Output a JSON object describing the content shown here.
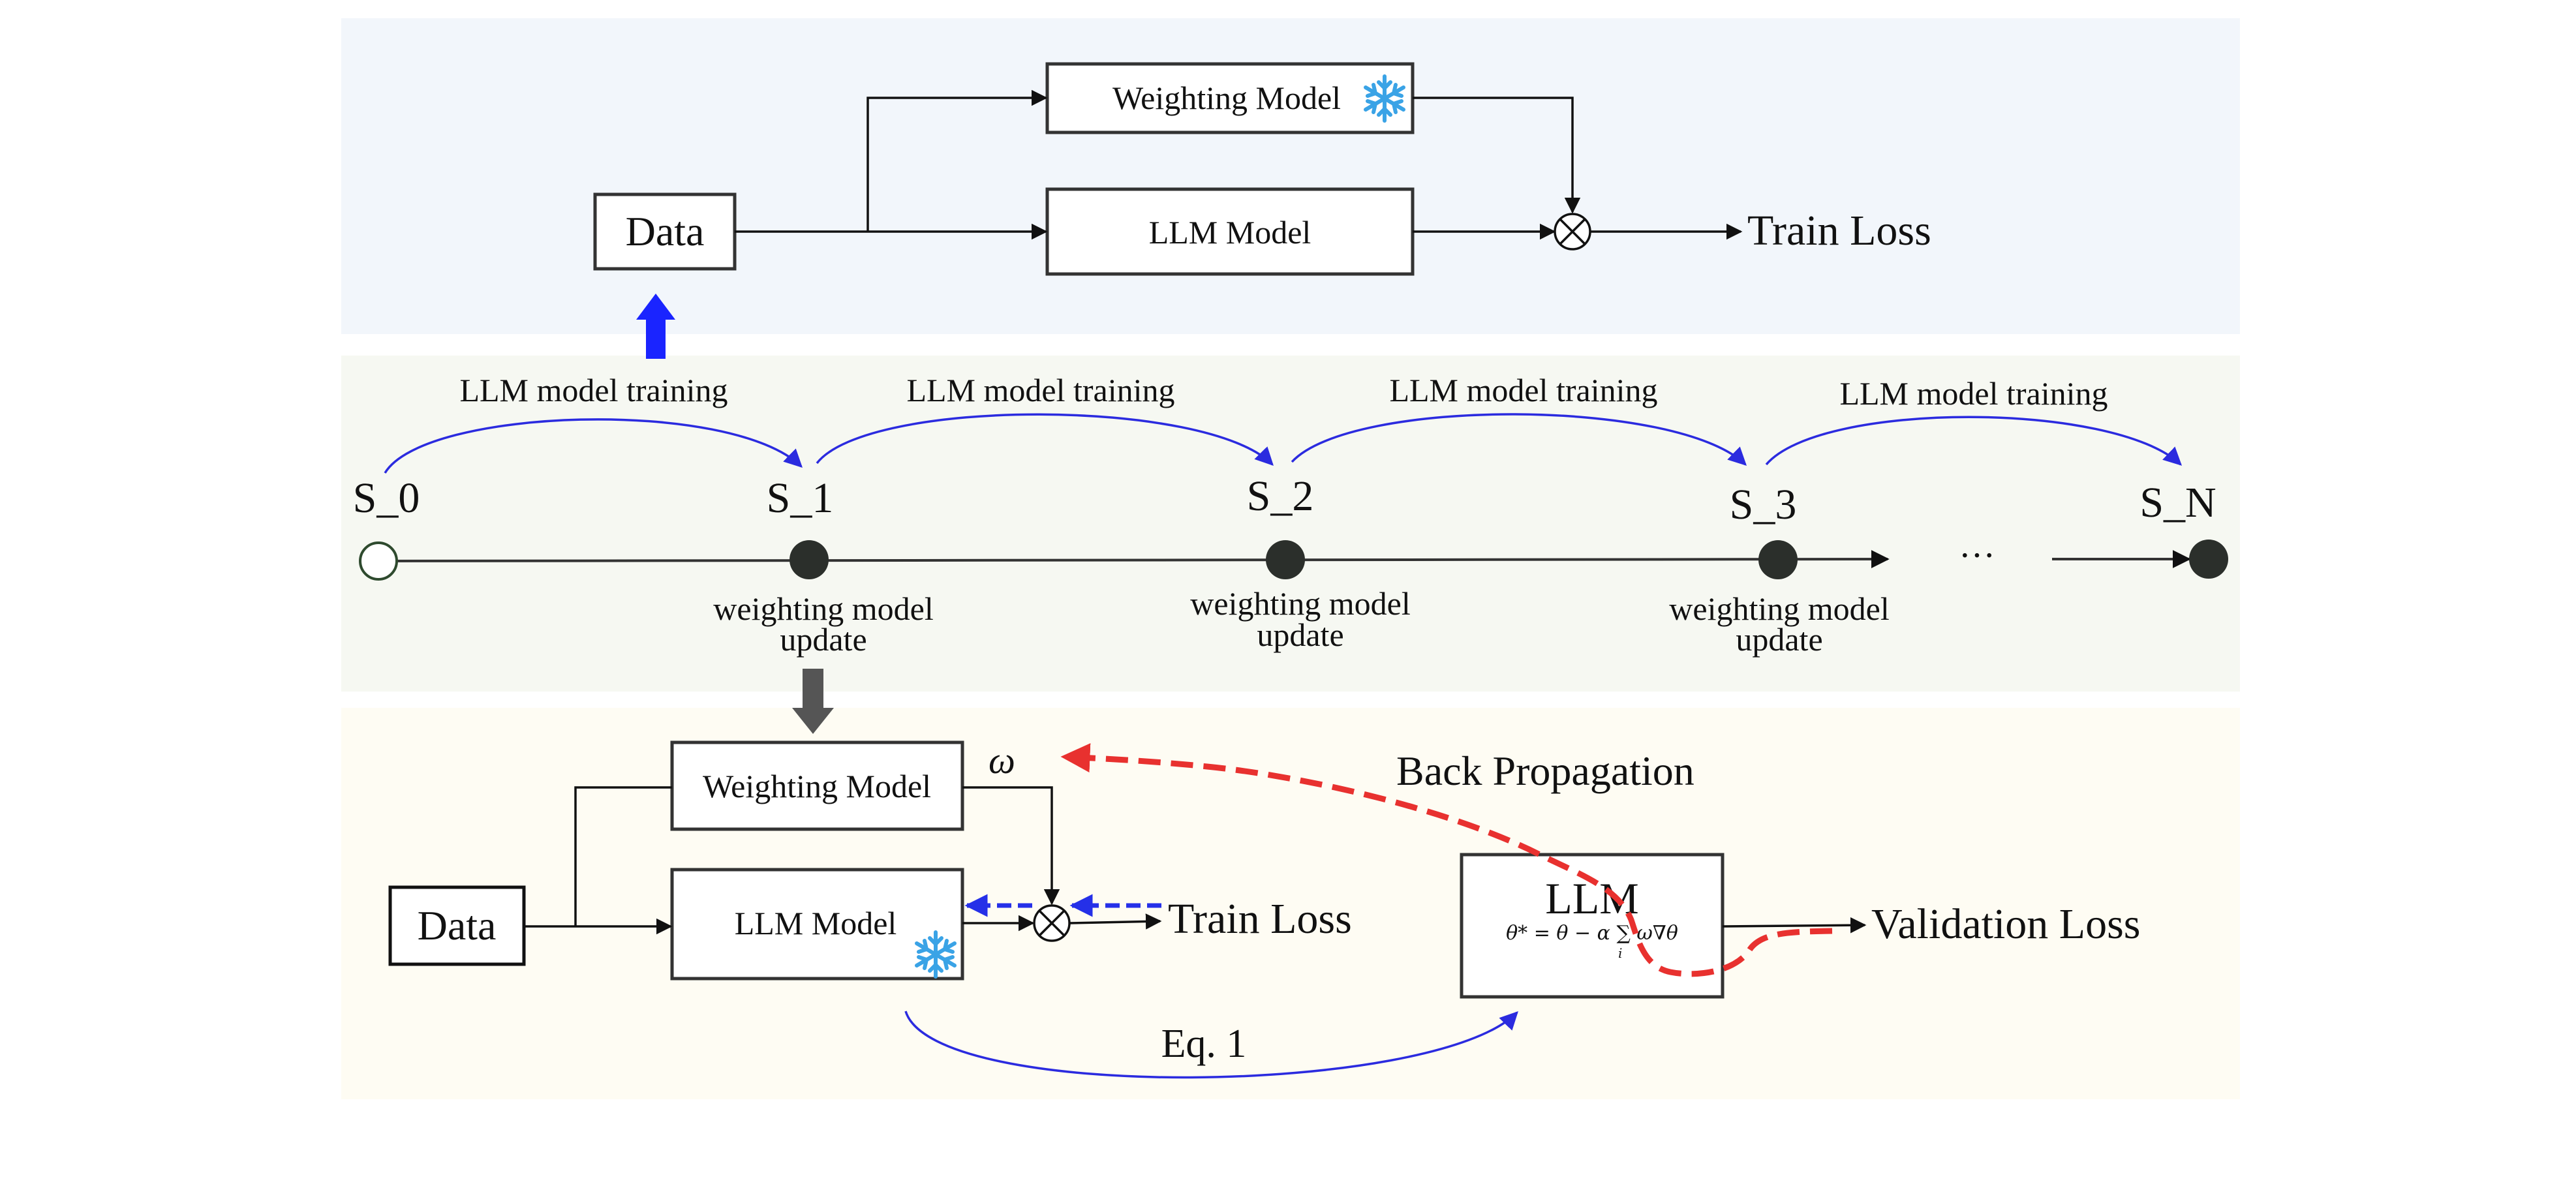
{
  "colors": {
    "panel_top": "#f2f6fb",
    "panel_middle": "#f6f8f2",
    "panel_bottom": "#fefcf3",
    "node_dark": "#2b2f2b",
    "node_open_stroke": "#2e4a2e",
    "arc_blue": "#2b2bdf",
    "arrow_blue": "#1a24ff",
    "arrow_gray": "#555555",
    "dashed_red": "#e8312f",
    "dashed_blue": "#2530e8",
    "snowflake": "#3aa3e6"
  },
  "top_panel": {
    "data_label": "Data",
    "weighting_model_label": "Weighting Model",
    "llm_model_label": "LLM Model",
    "train_loss_label": "Train Loss",
    "snowflake_icon": "snowflake-icon",
    "multiply_icon": "circled-times-icon"
  },
  "timeline": {
    "stages": [
      "S_0",
      "S_1",
      "S_2",
      "S_3",
      "S_N"
    ],
    "training_labels": [
      "LLM model training",
      "LLM model training",
      "LLM model training",
      "LLM model training"
    ],
    "update_line1": [
      "weighting model",
      "weighting model",
      "weighting model"
    ],
    "update_line2": [
      "update",
      "update",
      "update"
    ],
    "ellipsis": "···"
  },
  "bottom_panel": {
    "data_label": "Data",
    "weighting_model_label": "Weighting Model",
    "llm_model_label": "LLM Model",
    "train_loss_label": "Train Loss",
    "omega_label": "ω",
    "back_propagation_label": "Back Propagation",
    "llm_label": "LLM",
    "equation": "θ* = θ − α ∑ ω∇θ",
    "equation_sub_i": "i",
    "validation_loss_label": "Validation Loss",
    "eq_ref_label": "Eq. 1",
    "snowflake_icon": "snowflake-icon",
    "multiply_icon": "circled-times-icon"
  }
}
